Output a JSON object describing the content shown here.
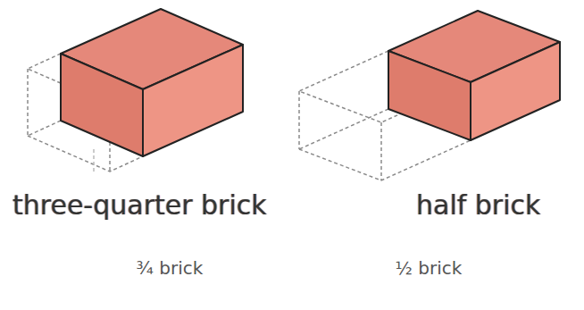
{
  "diagram": {
    "labels": [
      "three-quarter brick",
      "half brick",
      "¾ brick",
      "½ brick"
    ]
  }
}
